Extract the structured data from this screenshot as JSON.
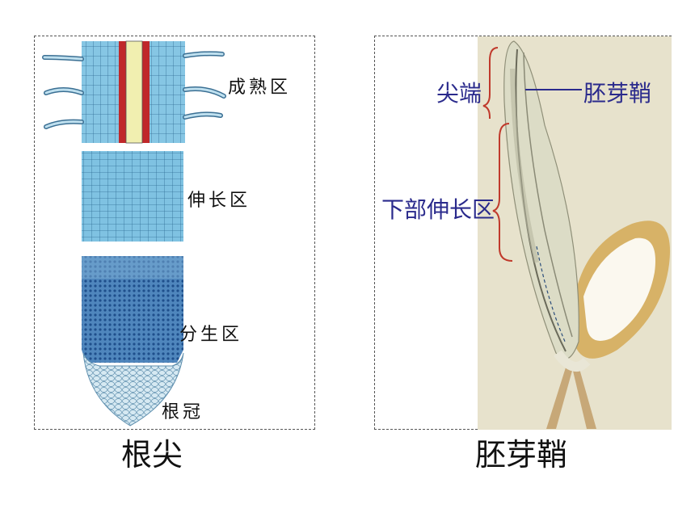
{
  "root_tip": {
    "caption": "根尖",
    "zones": {
      "maturation": "成熟区",
      "elongation": "伸长区",
      "meristem": "分生区",
      "cap": "根冠"
    }
  },
  "coleoptile": {
    "caption": "胚芽鞘",
    "labels": {
      "tip": "尖端",
      "lower": "下部伸长区",
      "name": "胚芽鞘"
    }
  },
  "colors": {
    "root_blue": "#5aa7cf",
    "root_dark_blue": "#2e5f9e",
    "xylem_red": "#c0282a",
    "label_blue": "#2a2a8c",
    "brace_red": "#c0392b",
    "photo_bg": "#e7e2cc"
  }
}
